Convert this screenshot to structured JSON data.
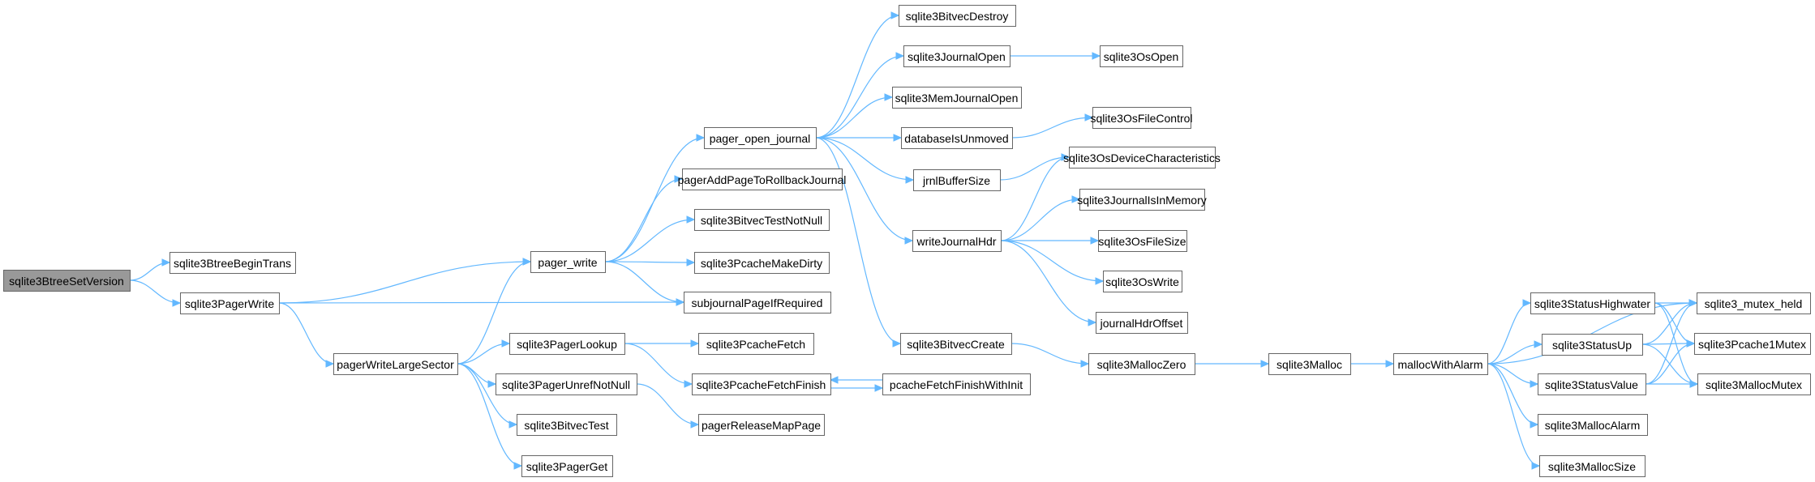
{
  "nodes": [
    {
      "id": "n0",
      "label": "sqlite3BtreeSetVersion",
      "root": true
    },
    {
      "id": "n1",
      "label": "sqlite3BtreeBeginTrans"
    },
    {
      "id": "n2",
      "label": "sqlite3PagerWrite"
    },
    {
      "id": "n3",
      "label": "pager_write"
    },
    {
      "id": "n4",
      "label": "pagerWriteLargeSector"
    },
    {
      "id": "n5",
      "label": "pager_open_journal"
    },
    {
      "id": "n6",
      "label": "pagerAddPageToRollbackJournal"
    },
    {
      "id": "n7",
      "label": "sqlite3BitvecTestNotNull"
    },
    {
      "id": "n8",
      "label": "sqlite3PcacheMakeDirty"
    },
    {
      "id": "n9",
      "label": "subjournalPageIfRequired"
    },
    {
      "id": "n10",
      "label": "sqlite3PagerLookup"
    },
    {
      "id": "n11",
      "label": "sqlite3PagerUnrefNotNull"
    },
    {
      "id": "n12",
      "label": "sqlite3BitvecTest"
    },
    {
      "id": "n13",
      "label": "sqlite3PagerGet"
    },
    {
      "id": "n14",
      "label": "sqlite3PcacheFetch"
    },
    {
      "id": "n15",
      "label": "sqlite3PcacheFetchFinish"
    },
    {
      "id": "n16",
      "label": "pagerReleaseMapPage"
    },
    {
      "id": "n17",
      "label": "sqlite3BitvecDestroy"
    },
    {
      "id": "n18",
      "label": "sqlite3JournalOpen"
    },
    {
      "id": "n19",
      "label": "sqlite3MemJournalOpen"
    },
    {
      "id": "n20",
      "label": "databaseIsUnmoved"
    },
    {
      "id": "n21",
      "label": "jrnlBufferSize"
    },
    {
      "id": "n22",
      "label": "writeJournalHdr"
    },
    {
      "id": "n23",
      "label": "sqlite3BitvecCreate"
    },
    {
      "id": "n24",
      "label": "pcacheFetchFinishWithInit"
    },
    {
      "id": "n25",
      "label": "sqlite3OsOpen"
    },
    {
      "id": "n26",
      "label": "sqlite3OsFileControl"
    },
    {
      "id": "n27",
      "label": "sqlite3OsDeviceCharacteristics"
    },
    {
      "id": "n28",
      "label": "sqlite3JournalIsInMemory"
    },
    {
      "id": "n29",
      "label": "sqlite3OsFileSize"
    },
    {
      "id": "n30",
      "label": "sqlite3OsWrite"
    },
    {
      "id": "n31",
      "label": "journalHdrOffset"
    },
    {
      "id": "n32",
      "label": "sqlite3MallocZero"
    },
    {
      "id": "n33",
      "label": "sqlite3Malloc"
    },
    {
      "id": "n34",
      "label": "mallocWithAlarm"
    },
    {
      "id": "n35",
      "label": "sqlite3StatusHighwater"
    },
    {
      "id": "n36",
      "label": "sqlite3StatusUp"
    },
    {
      "id": "n37",
      "label": "sqlite3StatusValue"
    },
    {
      "id": "n38",
      "label": "sqlite3MallocAlarm"
    },
    {
      "id": "n39",
      "label": "sqlite3MallocSize"
    },
    {
      "id": "n40",
      "label": "sqlite3_mutex_held"
    },
    {
      "id": "n41",
      "label": "sqlite3Pcache1Mutex"
    },
    {
      "id": "n42",
      "label": "sqlite3MallocMutex"
    }
  ],
  "edges": [
    [
      "n0",
      "n1"
    ],
    [
      "n0",
      "n2"
    ],
    [
      "n2",
      "n3"
    ],
    [
      "n2",
      "n4"
    ],
    [
      "n2",
      "n9"
    ],
    [
      "n3",
      "n5"
    ],
    [
      "n3",
      "n6"
    ],
    [
      "n3",
      "n7"
    ],
    [
      "n3",
      "n8"
    ],
    [
      "n3",
      "n9"
    ],
    [
      "n4",
      "n3"
    ],
    [
      "n4",
      "n10"
    ],
    [
      "n4",
      "n11"
    ],
    [
      "n4",
      "n12"
    ],
    [
      "n4",
      "n13"
    ],
    [
      "n10",
      "n14"
    ],
    [
      "n10",
      "n15"
    ],
    [
      "n11",
      "n16"
    ],
    [
      "n5",
      "n17"
    ],
    [
      "n5",
      "n18"
    ],
    [
      "n5",
      "n19"
    ],
    [
      "n5",
      "n20"
    ],
    [
      "n5",
      "n21"
    ],
    [
      "n5",
      "n22"
    ],
    [
      "n5",
      "n23"
    ],
    [
      "n18",
      "n25"
    ],
    [
      "n20",
      "n26"
    ],
    [
      "n21",
      "n27"
    ],
    [
      "n22",
      "n27"
    ],
    [
      "n22",
      "n28"
    ],
    [
      "n22",
      "n29"
    ],
    [
      "n22",
      "n30"
    ],
    [
      "n22",
      "n31"
    ],
    [
      "n23",
      "n32"
    ],
    [
      "n15",
      "n24"
    ],
    [
      "n24",
      "n15"
    ],
    [
      "n32",
      "n33"
    ],
    [
      "n33",
      "n34"
    ],
    [
      "n34",
      "n40"
    ],
    [
      "n34",
      "n35"
    ],
    [
      "n34",
      "n36"
    ],
    [
      "n34",
      "n37"
    ],
    [
      "n34",
      "n38"
    ],
    [
      "n34",
      "n39"
    ],
    [
      "n35",
      "n40"
    ],
    [
      "n35",
      "n41"
    ],
    [
      "n35",
      "n42"
    ],
    [
      "n36",
      "n40"
    ],
    [
      "n36",
      "n41"
    ],
    [
      "n36",
      "n42"
    ],
    [
      "n37",
      "n40"
    ],
    [
      "n37",
      "n41"
    ],
    [
      "n37",
      "n42"
    ]
  ]
}
